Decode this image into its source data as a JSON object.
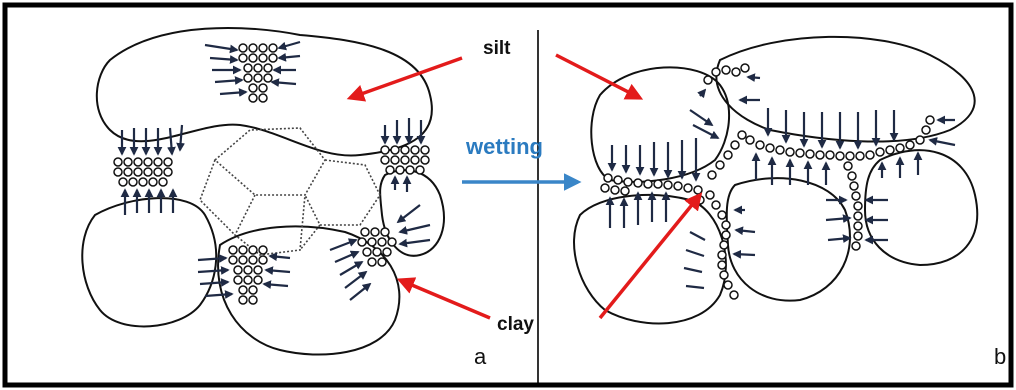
{
  "labels": {
    "silt": "silt",
    "clay": "clay",
    "wetting": "wetting",
    "panel_a": "a",
    "panel_b": "b"
  },
  "colors": {
    "annotation_arrow": "#e31b1b",
    "process_arrow": "#3a86c8",
    "process_text": "#2b7bc0",
    "outline": "#111111",
    "pressure_arrow": "#1f2a44",
    "pore_dash": "#444444"
  }
}
